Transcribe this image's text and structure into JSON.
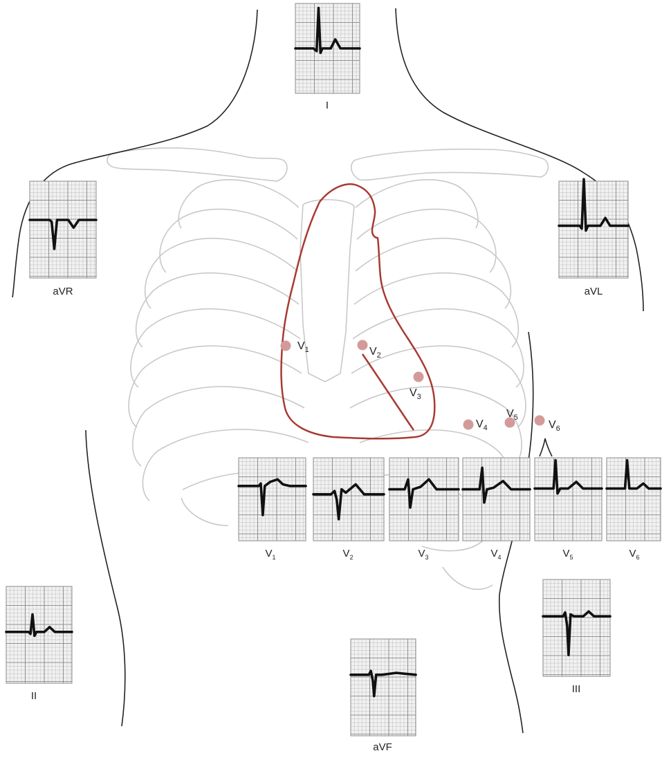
{
  "leads": {
    "I": {
      "label": "I"
    },
    "aVR": {
      "label": "aVR"
    },
    "aVL": {
      "label": "aVL"
    },
    "II": {
      "label": "II"
    },
    "III": {
      "label": "III"
    },
    "aVF": {
      "label": "aVF"
    },
    "V1": {
      "label": "V",
      "sub": "1"
    },
    "V2": {
      "label": "V",
      "sub": "2"
    },
    "V3": {
      "label": "V",
      "sub": "3"
    },
    "V4": {
      "label": "V",
      "sub": "4"
    },
    "V5": {
      "label": "V",
      "sub": "5"
    },
    "V6": {
      "label": "V",
      "sub": "6"
    }
  },
  "electrodes": [
    {
      "label": "V",
      "sub": "1"
    },
    {
      "label": "V",
      "sub": "2"
    },
    {
      "label": "V",
      "sub": "3"
    },
    {
      "label": "V",
      "sub": "4"
    },
    {
      "label": "V",
      "sub": "5"
    },
    {
      "label": "V",
      "sub": "6"
    }
  ],
  "colors": {
    "heart_outline": "#a83a32",
    "electrode": "#d49a9a",
    "body_line": "#222222",
    "rib_line": "#c8c8c8",
    "grid_bg": "#f1f1f1",
    "grid_line": "#8a8a8a",
    "trace": "#111111"
  }
}
